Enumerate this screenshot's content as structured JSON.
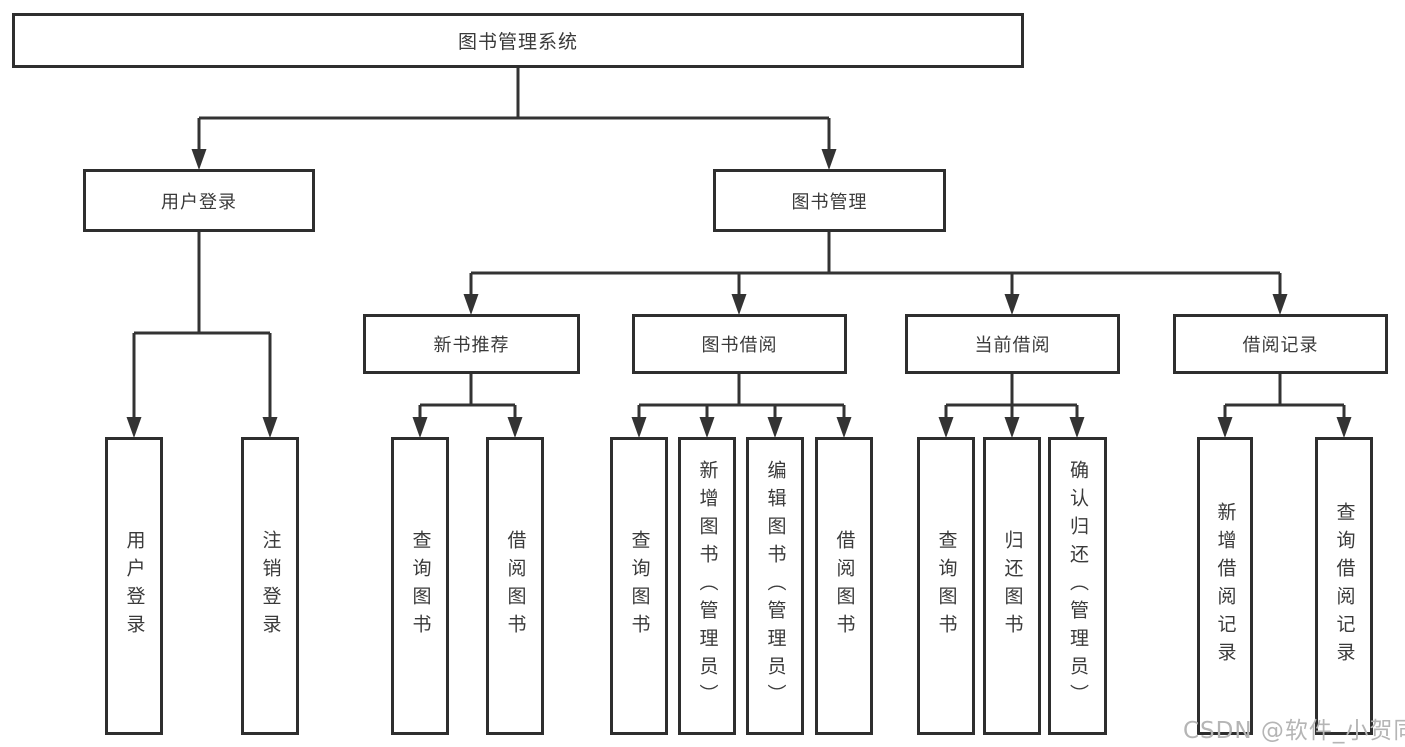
{
  "watermark": "CSDN @软件_小贺同学",
  "colors": {
    "line": "#333333",
    "box_border": "#2e2e2e",
    "box_fill": "#ffffff",
    "text": "#3a3a3a",
    "watermark": "#b5b5b5"
  },
  "tree": {
    "label": "图书管理系统",
    "children": [
      {
        "label": "用户登录",
        "children": [
          {
            "label": "用户登录"
          },
          {
            "label": "注销登录"
          }
        ]
      },
      {
        "label": "图书管理",
        "children": [
          {
            "label": "新书推荐",
            "children": [
              {
                "label": "查询图书"
              },
              {
                "label": "借阅图书"
              }
            ]
          },
          {
            "label": "图书借阅",
            "children": [
              {
                "label": "查询图书"
              },
              {
                "label": "新增图书（管理员）"
              },
              {
                "label": "编辑图书（管理员）"
              },
              {
                "label": "借阅图书"
              }
            ]
          },
          {
            "label": "当前借阅",
            "children": [
              {
                "label": "查询图书"
              },
              {
                "label": "归还图书"
              },
              {
                "label": "确认归还（管理员）"
              }
            ]
          },
          {
            "label": "借阅记录",
            "children": [
              {
                "label": "新增借阅记录"
              },
              {
                "label": "查询借阅记录"
              }
            ]
          }
        ]
      }
    ]
  }
}
